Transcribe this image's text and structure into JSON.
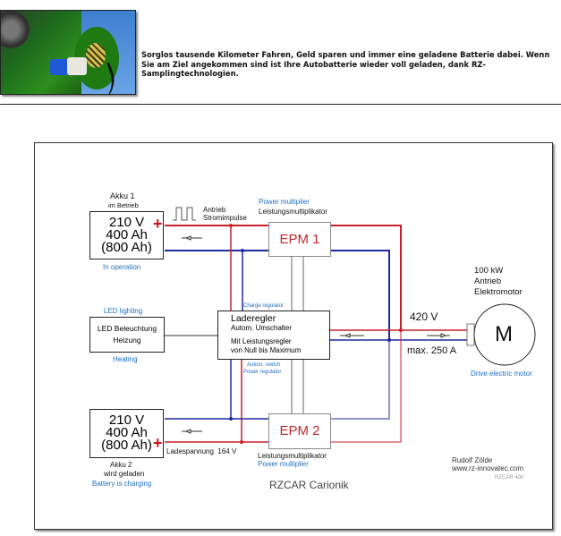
{
  "header": {
    "photo_alt": "electric-car-charging-photo",
    "intro_text": "Sorglos tausende Kilometer Fahren, Geld sparen und immer eine geladene Batterie dabei. Wenn Sie am Ziel angekommen sind ist Ihre Autobatterie wieder voll geladen, dank RZ-Samplingtechnologien."
  },
  "diagram": {
    "title": "RZCAR Carionik",
    "author": "Rudolf Zölde",
    "website": "www.rz-innovatec.com",
    "model": "RZCAR 400",
    "colors": {
      "positive_wire": "#c8202a",
      "negative_wire": "#1e2aa0",
      "control_wire": "#555555",
      "english_label": "#1f6fc2",
      "epm_text": "#c0282c"
    },
    "akku1": {
      "title": "Akku 1",
      "subtitle": "im Betrieb",
      "voltage": "210 V",
      "capacity": "400 Ah",
      "capacity_alt": "(800 Ah)",
      "english": "In operation",
      "plus": "+"
    },
    "akku2": {
      "title": "Akku 2",
      "subtitle": "wird geladen",
      "voltage": "210 V",
      "capacity": "400 Ah",
      "capacity_alt": "(800 Ah)",
      "english": "Battery is charging",
      "plus": "+",
      "charge_voltage_label": "Ladespannung  164 V"
    },
    "pulse": {
      "line1": "Antrieb",
      "line2": "Stromimpulse"
    },
    "epm1": {
      "label": "EPM 1",
      "english": "Power multiplier",
      "german": "Leistungsmultiplikator"
    },
    "epm2": {
      "label": "EPM 2",
      "english": "Power multiplier",
      "german": "Leistungsmultiplikator"
    },
    "led": {
      "english_top": "LED lighting",
      "line1": "LED Beleuchtung",
      "line2": "Heizung",
      "english_bottom": "Heating"
    },
    "regulator": {
      "english_top": "Charge regulator",
      "title": "Laderegler",
      "line1": "Autom. Umschalter",
      "line2": "Mit Leistungsregler",
      "line3": "von Null bis Maximum",
      "english_bottom1": "Autom. switch",
      "english_bottom2": "Power regulator"
    },
    "motor": {
      "line1": "100 kW",
      "line2": "Antrieb",
      "line3": "Elektromotor",
      "symbol": "M",
      "english": "Drive electric motor",
      "voltage": "420 V",
      "current": "max. 250 A"
    }
  }
}
